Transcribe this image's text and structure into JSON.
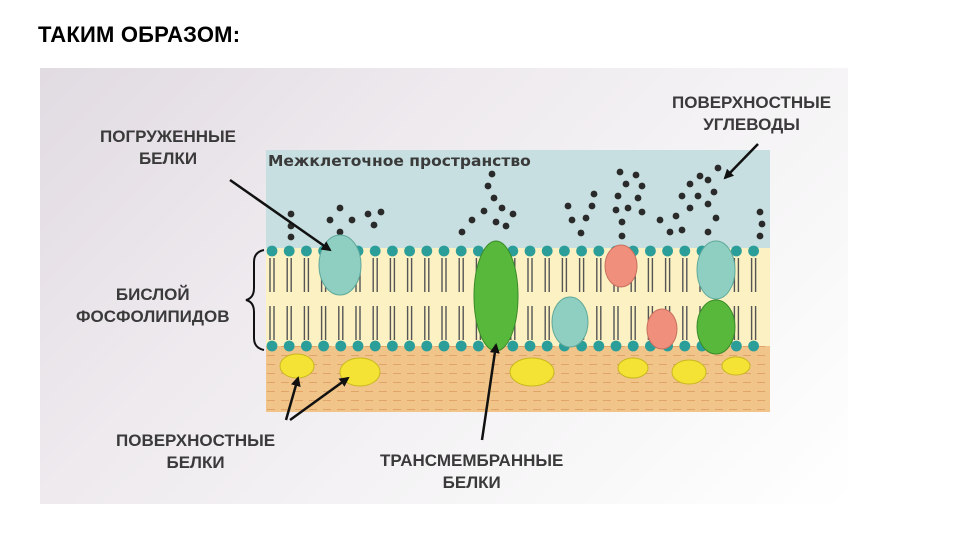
{
  "slide": {
    "title": "ТАКИМ ОБРАЗОМ:"
  },
  "diagram": {
    "space_label": "Межклеточное пространство",
    "labels": {
      "embedded_proteins": [
        "ПОГРУЖЕННЫЕ",
        "БЕЛКИ"
      ],
      "surface_carbohydrates": [
        "ПОВЕРХНОСТНЫЕ",
        "УГЛЕВОДЫ"
      ],
      "phospholipid_bilayer": [
        "БИСЛОЙ",
        "ФОСФОЛИПИДОВ"
      ],
      "surface_proteins": [
        "ПОВЕРХНОСТНЫЕ",
        "БЕЛКИ"
      ],
      "transmembrane_proteins": [
        "ТРАНСМЕМБРАННЫЕ",
        "БЕЛКИ"
      ]
    },
    "colors": {
      "extracellular": "#c7dfe0",
      "bilayer": "#fbf1c2",
      "cytoplasm": "#f1c489",
      "head": "#2c9e9a",
      "embedded_protein": "#8fcfc2",
      "transmembrane_protein": "#57b83c",
      "salmon_protein": "#f0907c",
      "surface_protein": "#f4e334",
      "carbohydrate": "#2a2a2a"
    }
  }
}
